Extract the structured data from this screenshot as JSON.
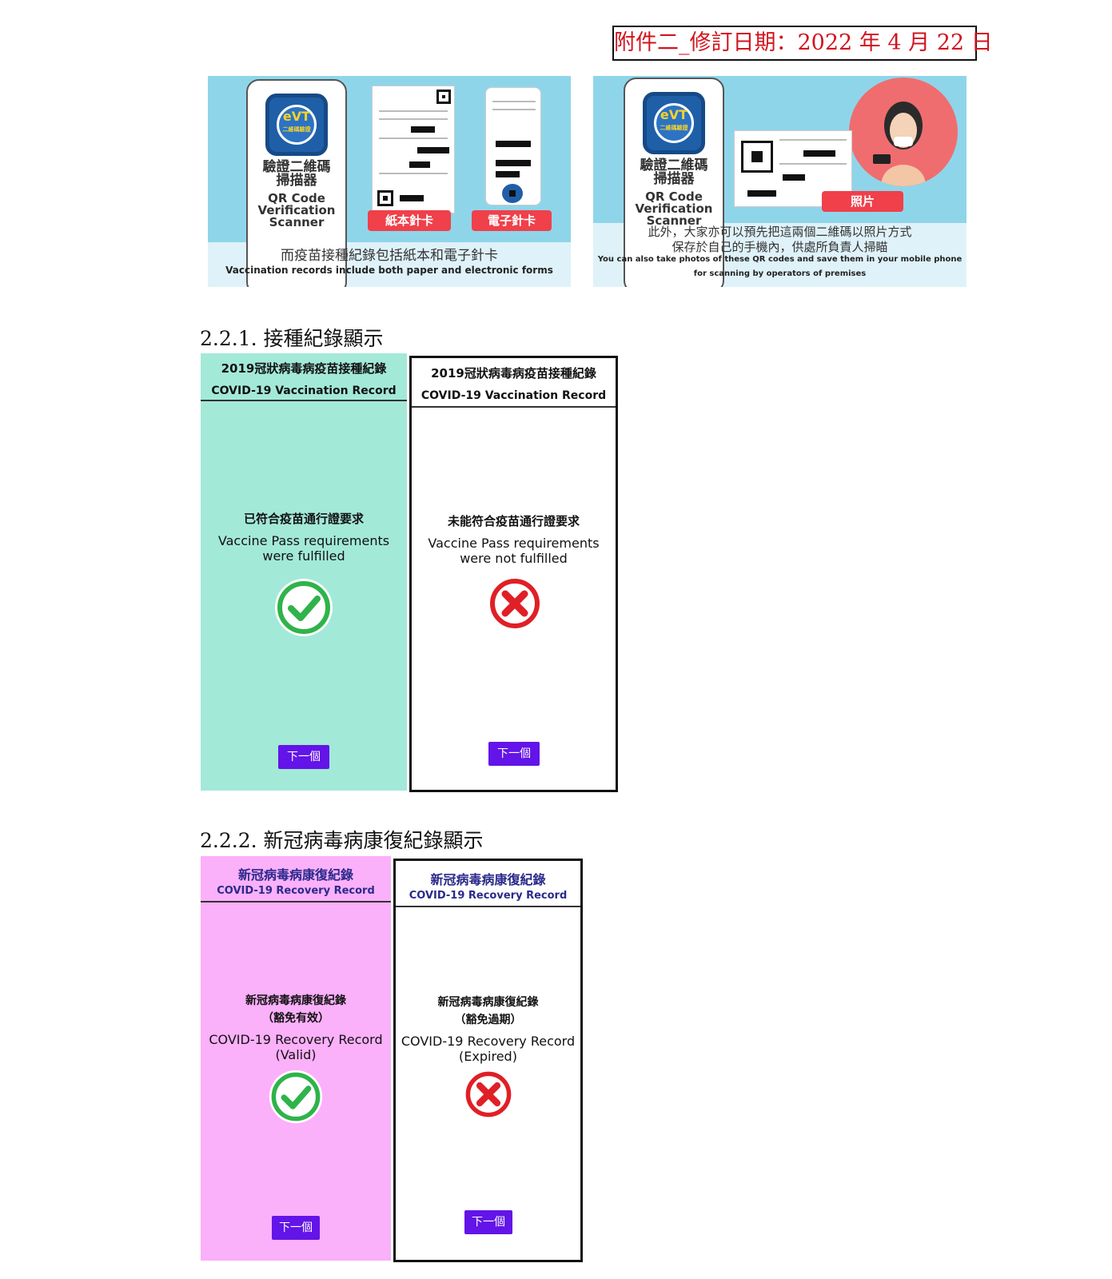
{
  "annex": "附件二_修訂日期：2022 年 4 月 22 日",
  "banner_left": {
    "logo_text": "eVT",
    "logo_sub": "二維碼驗證",
    "scanner_zh": "驗證二維碼\n掃描器",
    "scanner_en": "QR Code\nVerification\nScanner",
    "tag_paper": "紙本針卡",
    "tag_electronic": "電子針卡",
    "caption_zh": "而疫苗接種紀錄包括紙本和電子針卡",
    "caption_en": "Vaccination records include both paper and electronic forms"
  },
  "banner_right": {
    "logo_text": "eVT",
    "logo_sub": "二維碼驗證",
    "scanner_zh": "驗證二維碼\n掃描器",
    "scanner_en": "QR Code\nVerification\nScanner",
    "tag_photo": "照片",
    "caption_zh_1": "此外，大家亦可以預先把這兩個二維碼以照片方式",
    "caption_zh_2": "保存於自己的手機內，供處所負責人掃瞄",
    "caption_en_1": "You can also take photos of these QR codes and save them in your mobile phone",
    "caption_en_2": "for scanning by operators of premises"
  },
  "section_1": {
    "heading": "2.2.1. 接種紀錄顯示",
    "panels": [
      {
        "header_zh": "2019冠狀病毒病疫苗接種紀錄",
        "header_en": "COVID-19 Vaccination Record",
        "status_zh": "已符合疫苗通行證要求",
        "status_en": "Vaccine Pass requirements\nwere fulfilled",
        "result": "valid",
        "next": "下一個",
        "bg": "#a3e9d8"
      },
      {
        "header_zh": "2019冠狀病毒病疫苗接種紀錄",
        "header_en": "COVID-19 Vaccination Record",
        "status_zh": "未能符合疫苗通行證要求",
        "status_en": "Vaccine Pass requirements\nwere not fulfilled",
        "result": "invalid",
        "next": "下一個",
        "bg": "#ffffff"
      }
    ]
  },
  "section_2": {
    "heading": "2.2.2. 新冠病毒病康復紀錄顯示",
    "panels": [
      {
        "header_zh": "新冠病毒病康復紀錄",
        "header_en": "COVID-19 Recovery Record",
        "status_zh": "新冠病毒病康復紀錄",
        "status_sub": "（豁免有效）",
        "status_en": "COVID-19 Recovery Record\n(Valid)",
        "result": "valid",
        "next": "下一個",
        "bg": "#fbb0fa"
      },
      {
        "header_zh": "新冠病毒病康復紀錄",
        "header_en": "COVID-19 Recovery Record",
        "status_zh": "新冠病毒病康復紀錄",
        "status_sub": "（豁免過期）",
        "status_en": "COVID-19 Recovery Record\n(Expired)",
        "result": "invalid",
        "next": "下一個",
        "bg": "#ffffff"
      }
    ]
  },
  "colors": {
    "annex_red": "#d2141e",
    "header_blue": "#2a2a8a",
    "button_purple": "#6314e8",
    "check_green": "#2fb34a",
    "cross_red": "#e01f26"
  }
}
